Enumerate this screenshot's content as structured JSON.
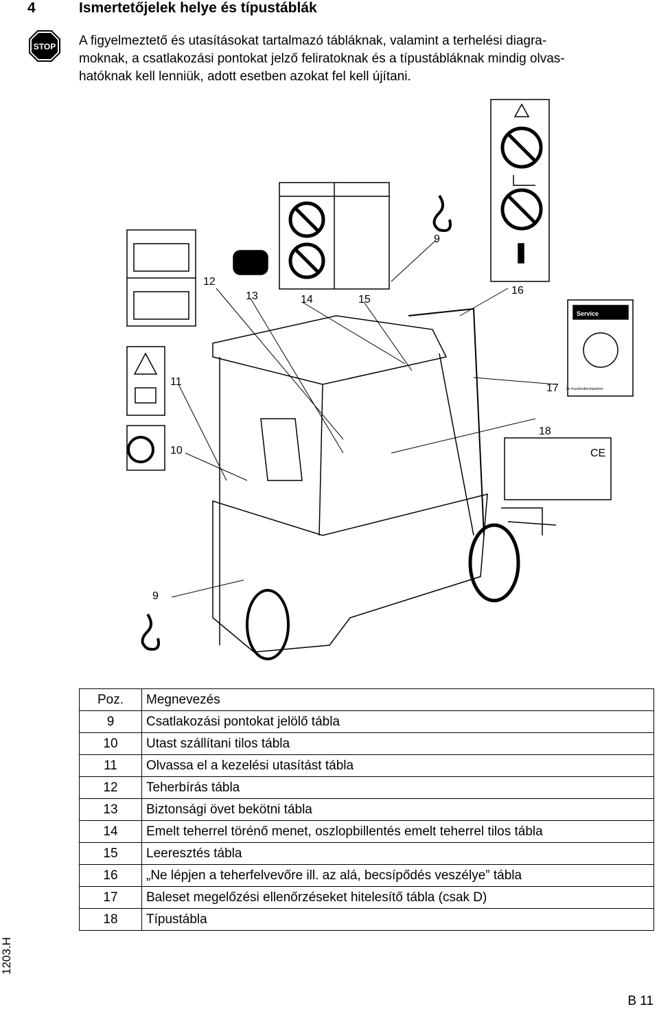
{
  "heading": {
    "number": "4",
    "title": "Ismertetőjelek helye és típustáblák"
  },
  "intro": {
    "lines": [
      "A figyelmeztető és utasításokat tartalmazó tábláknak, valamint a terhelési diagra-",
      "moknak, a csatlakozási pontokat jelző feliratoknak és a típustábláknak mindig olvas-",
      "hatóknak kell lenniük, adott esetben azokat fel kell újítani."
    ],
    "stop_icon": "stop-sign-icon"
  },
  "figure": {
    "callouts": {
      "c9_top": "9",
      "c9_bottom": "9",
      "c10": "10",
      "c11": "11",
      "c12": "12",
      "c13": "13",
      "c14": "14",
      "c15": "15",
      "c16": "16",
      "c17": "17",
      "c18": "18"
    },
    "service_label": "Service",
    "kundendienst_label": "Ihr Kundendienstpartner",
    "ce_label": "CE",
    "icons": [
      "warning-triangle-icon",
      "manual-book-icon",
      "hook-icon",
      "no-standing-icon",
      "seatbelt-icon",
      "phone-icon"
    ]
  },
  "legend_table": {
    "header": {
      "pos": "Poz.",
      "name": "Megnevezés"
    },
    "rows": [
      {
        "pos": "9",
        "name": "Csatlakozási pontokat jelölő tábla"
      },
      {
        "pos": "10",
        "name": "Utast szállítani tilos tábla"
      },
      {
        "pos": "11",
        "name": "Olvassa el a kezelési utasítást tábla"
      },
      {
        "pos": "12",
        "name": "Teherbírás tábla"
      },
      {
        "pos": "13",
        "name": "Biztonsági övet bekötni tábla"
      },
      {
        "pos": "14",
        "name": "Emelt teherrel törénő menet, oszlopbillentés emelt teherrel tilos tábla"
      },
      {
        "pos": "15",
        "name": "Leeresztés tábla"
      },
      {
        "pos": "16",
        "name": "„Ne lépjen a teherfelvevőre ill. az alá, becsípődés veszélye” tábla"
      },
      {
        "pos": "17",
        "name": "Baleset megelőzési ellenőrzéseket hitelesítő tábla (csak D)"
      },
      {
        "pos": "18",
        "name": "Típustábla"
      }
    ]
  },
  "footer": {
    "side_code": "1203.H",
    "page_number": "B 11"
  }
}
